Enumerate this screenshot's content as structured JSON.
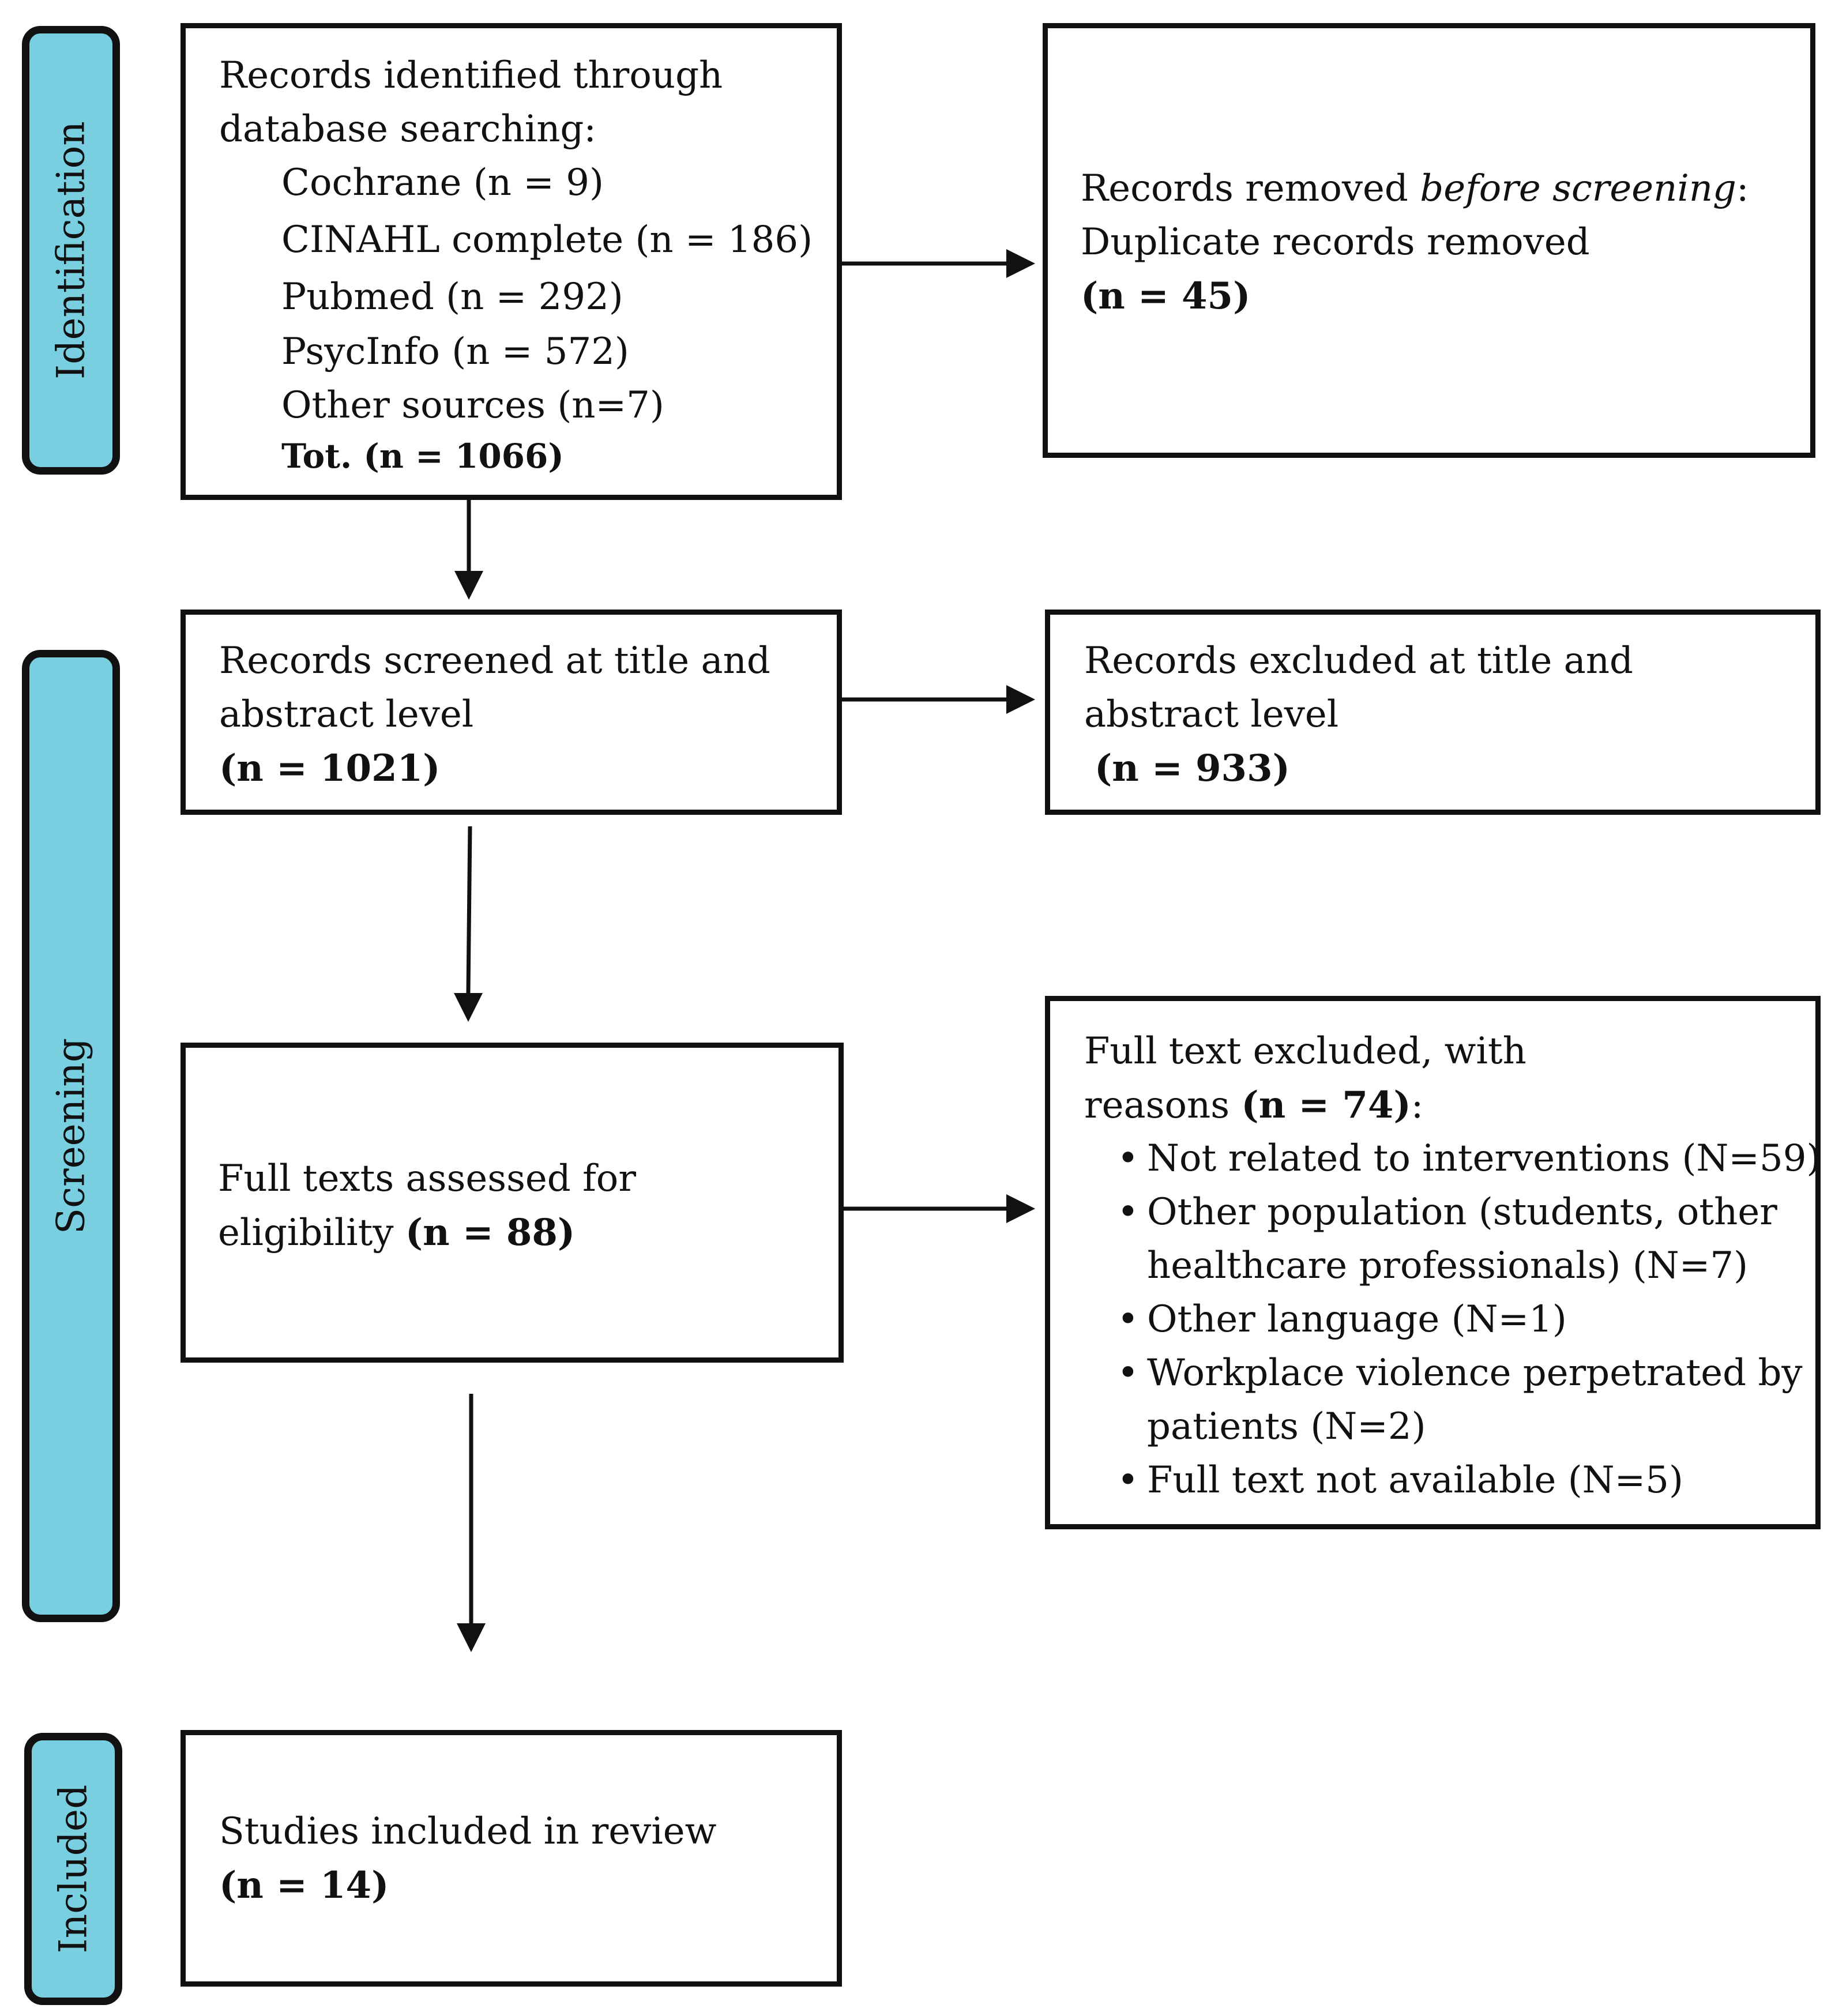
{
  "phases": {
    "identification": "Identification",
    "screening": "Screening",
    "included": "Included"
  },
  "identified": {
    "line1": "Records identified through",
    "line2": "database searching:",
    "sources": [
      "Cochrane (n = 9)",
      "CINAHL complete (n = 186)",
      "Pubmed (n = 292)",
      "PsycInfo (n = 572)",
      "Other sources (n=7)"
    ],
    "total": "Tot. (n = 1066)"
  },
  "removed": {
    "prefix": "Records removed ",
    "emphasis": "before screening",
    "suffix": ":",
    "line2": "Duplicate records removed",
    "count": "(n = 45)"
  },
  "screened": {
    "line1": "Records screened at title and",
    "line2": "abstract level",
    "count": "(n = 1021)"
  },
  "excluded": {
    "line1": "Records excluded at title and",
    "line2": "abstract level",
    "count": "(n = 933)"
  },
  "fulltext": {
    "line1": "Full texts assessed for",
    "line2": "eligibility ",
    "count": "(n = 88)"
  },
  "fulltext_excluded": {
    "line1": "Full text excluded, with",
    "line2_prefix": "reasons ",
    "count": "(n = 74)",
    "line2_suffix": ":",
    "reasons": [
      "Not related to interventions (N=59)",
      "Other population (students, other",
      "healthcare professionals) (N=7)",
      "Other language (N=1)",
      "Workplace violence perpetrated by",
      "patients (N=2)",
      "Full text not available (N=5)"
    ]
  },
  "included": {
    "line1": "Studies included in review",
    "count": "(n = 14)"
  }
}
